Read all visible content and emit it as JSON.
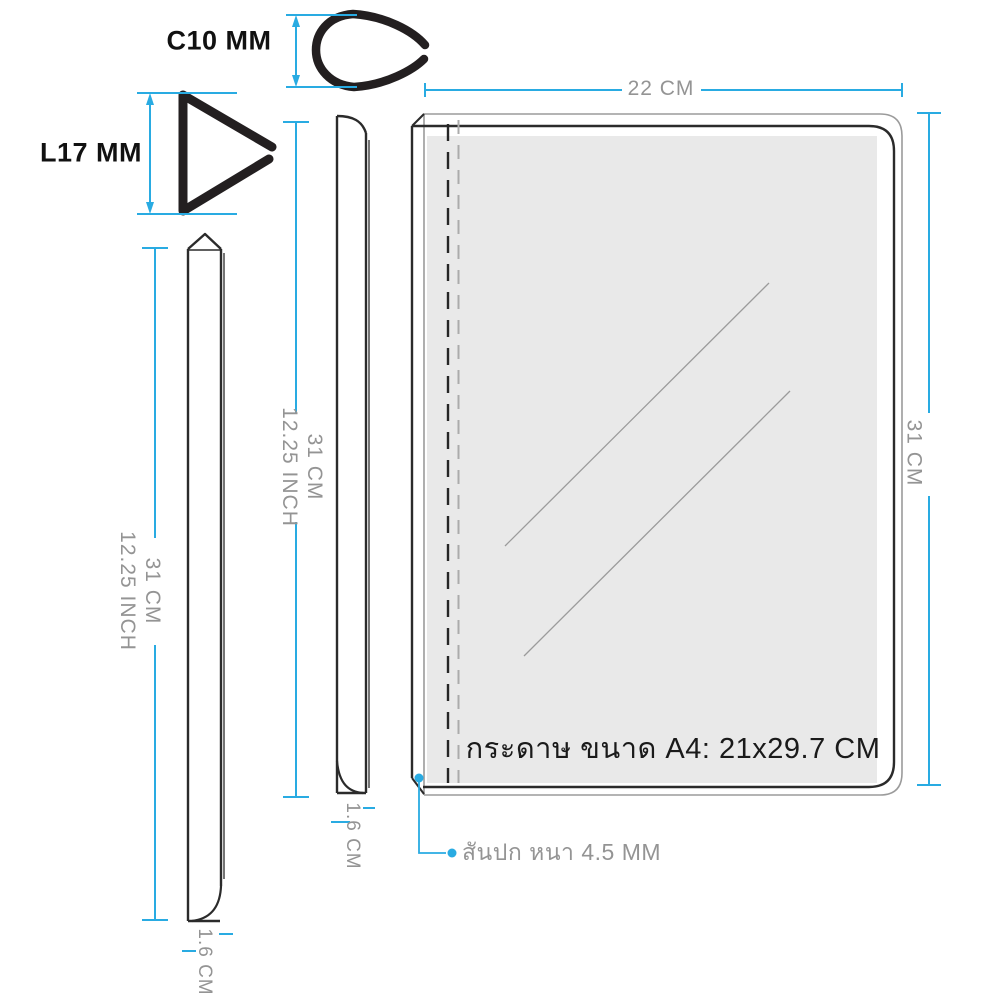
{
  "diagram": {
    "clip_c10_label": "C10 MM",
    "clip_l17_label": "L17 MM",
    "left_bar": {
      "length_cm": "31 CM",
      "length_inch": "12.25 INCH",
      "width_cm": "1.6 CM"
    },
    "middle_bar": {
      "length_cm": "31 CM",
      "length_inch": "12.25 INCH",
      "width_cm": "1.6 CM"
    },
    "cover": {
      "width_label": "22 CM",
      "height_label": "31 CM",
      "paper_size_label": "กระดาษ ขนาด A4: 21x29.7 CM",
      "spine_thickness_label": "สันปก หนา 4.5 MM"
    },
    "colors": {
      "accent_cyan": "#29abe2",
      "label_gray": "#949494",
      "ink_black": "#231f20",
      "paper_gray": "#e9e9e9",
      "outline_gray": "#9b9b9b"
    }
  }
}
